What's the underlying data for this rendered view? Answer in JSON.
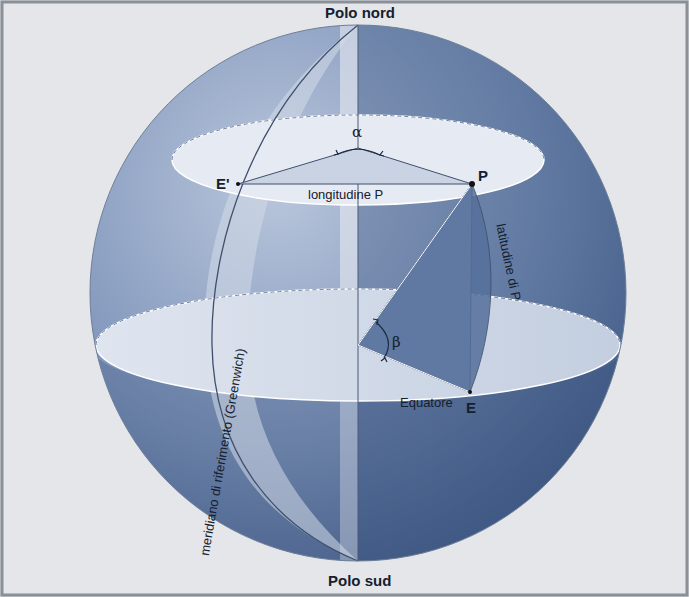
{
  "diagram": {
    "labels": [
      "Polo nord",
      "E'",
      "α",
      "longitudine P",
      "P",
      "latitudine di P",
      "β",
      "Equatore",
      "E",
      "meridiano di riferimento (Greenwich)",
      "Polo sud"
    ]
  }
}
